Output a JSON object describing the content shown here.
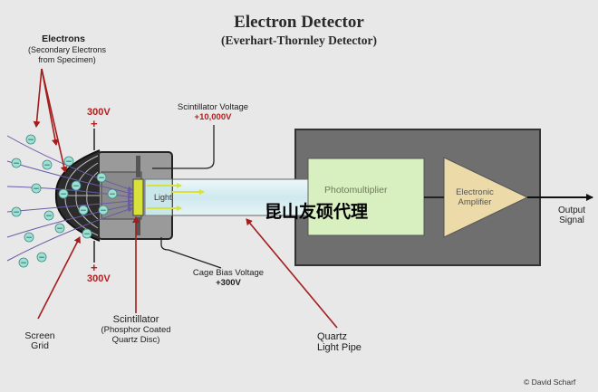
{
  "title": "Electron Detector",
  "subtitle": "(Everhart-Thornley Detector)",
  "labels": {
    "electrons_1": "Electrons",
    "electrons_2": "(Secondary Electrons",
    "electrons_3": "from Specimen)",
    "voltage_top": "300V",
    "voltage_bottom": "300V",
    "plus_top": "+",
    "plus_bottom": "+",
    "scint_voltage_1": "Scintillator Voltage",
    "scint_voltage_2": "+10,000V",
    "light": "Light",
    "photomultiplier": "Photomultiplier",
    "amplifier_1": "Electronic",
    "amplifier_2": "Amplifier",
    "output_1": "Output",
    "output_2": "Signal",
    "cage_bias_1": "Cage Bias Voltage",
    "cage_bias_2": "+300V",
    "screen_grid_1": "Screen",
    "screen_grid_2": "Grid",
    "scintillator_1": "Scintillator",
    "scintillator_2": "(Phosphor Coated",
    "scintillator_3": "Quartz Disc)",
    "quartz_1": "Quartz",
    "quartz_2": "Light Pipe",
    "credit": "© David Scharf",
    "watermark": "昆山友硕代理"
  },
  "electron_symbol": "−",
  "colors": {
    "background": "#e8e8e8",
    "dark_box": "#6f6f6f",
    "photomultiplier_fill": "#d8efc0",
    "amplifier_fill": "#ecdba8",
    "light_pipe": "#d6eef2",
    "electron": "#9ee0d4",
    "pointer": "#a31d1d",
    "voltage_red": "#b41e1e",
    "light_arrow": "#d8e23a"
  }
}
